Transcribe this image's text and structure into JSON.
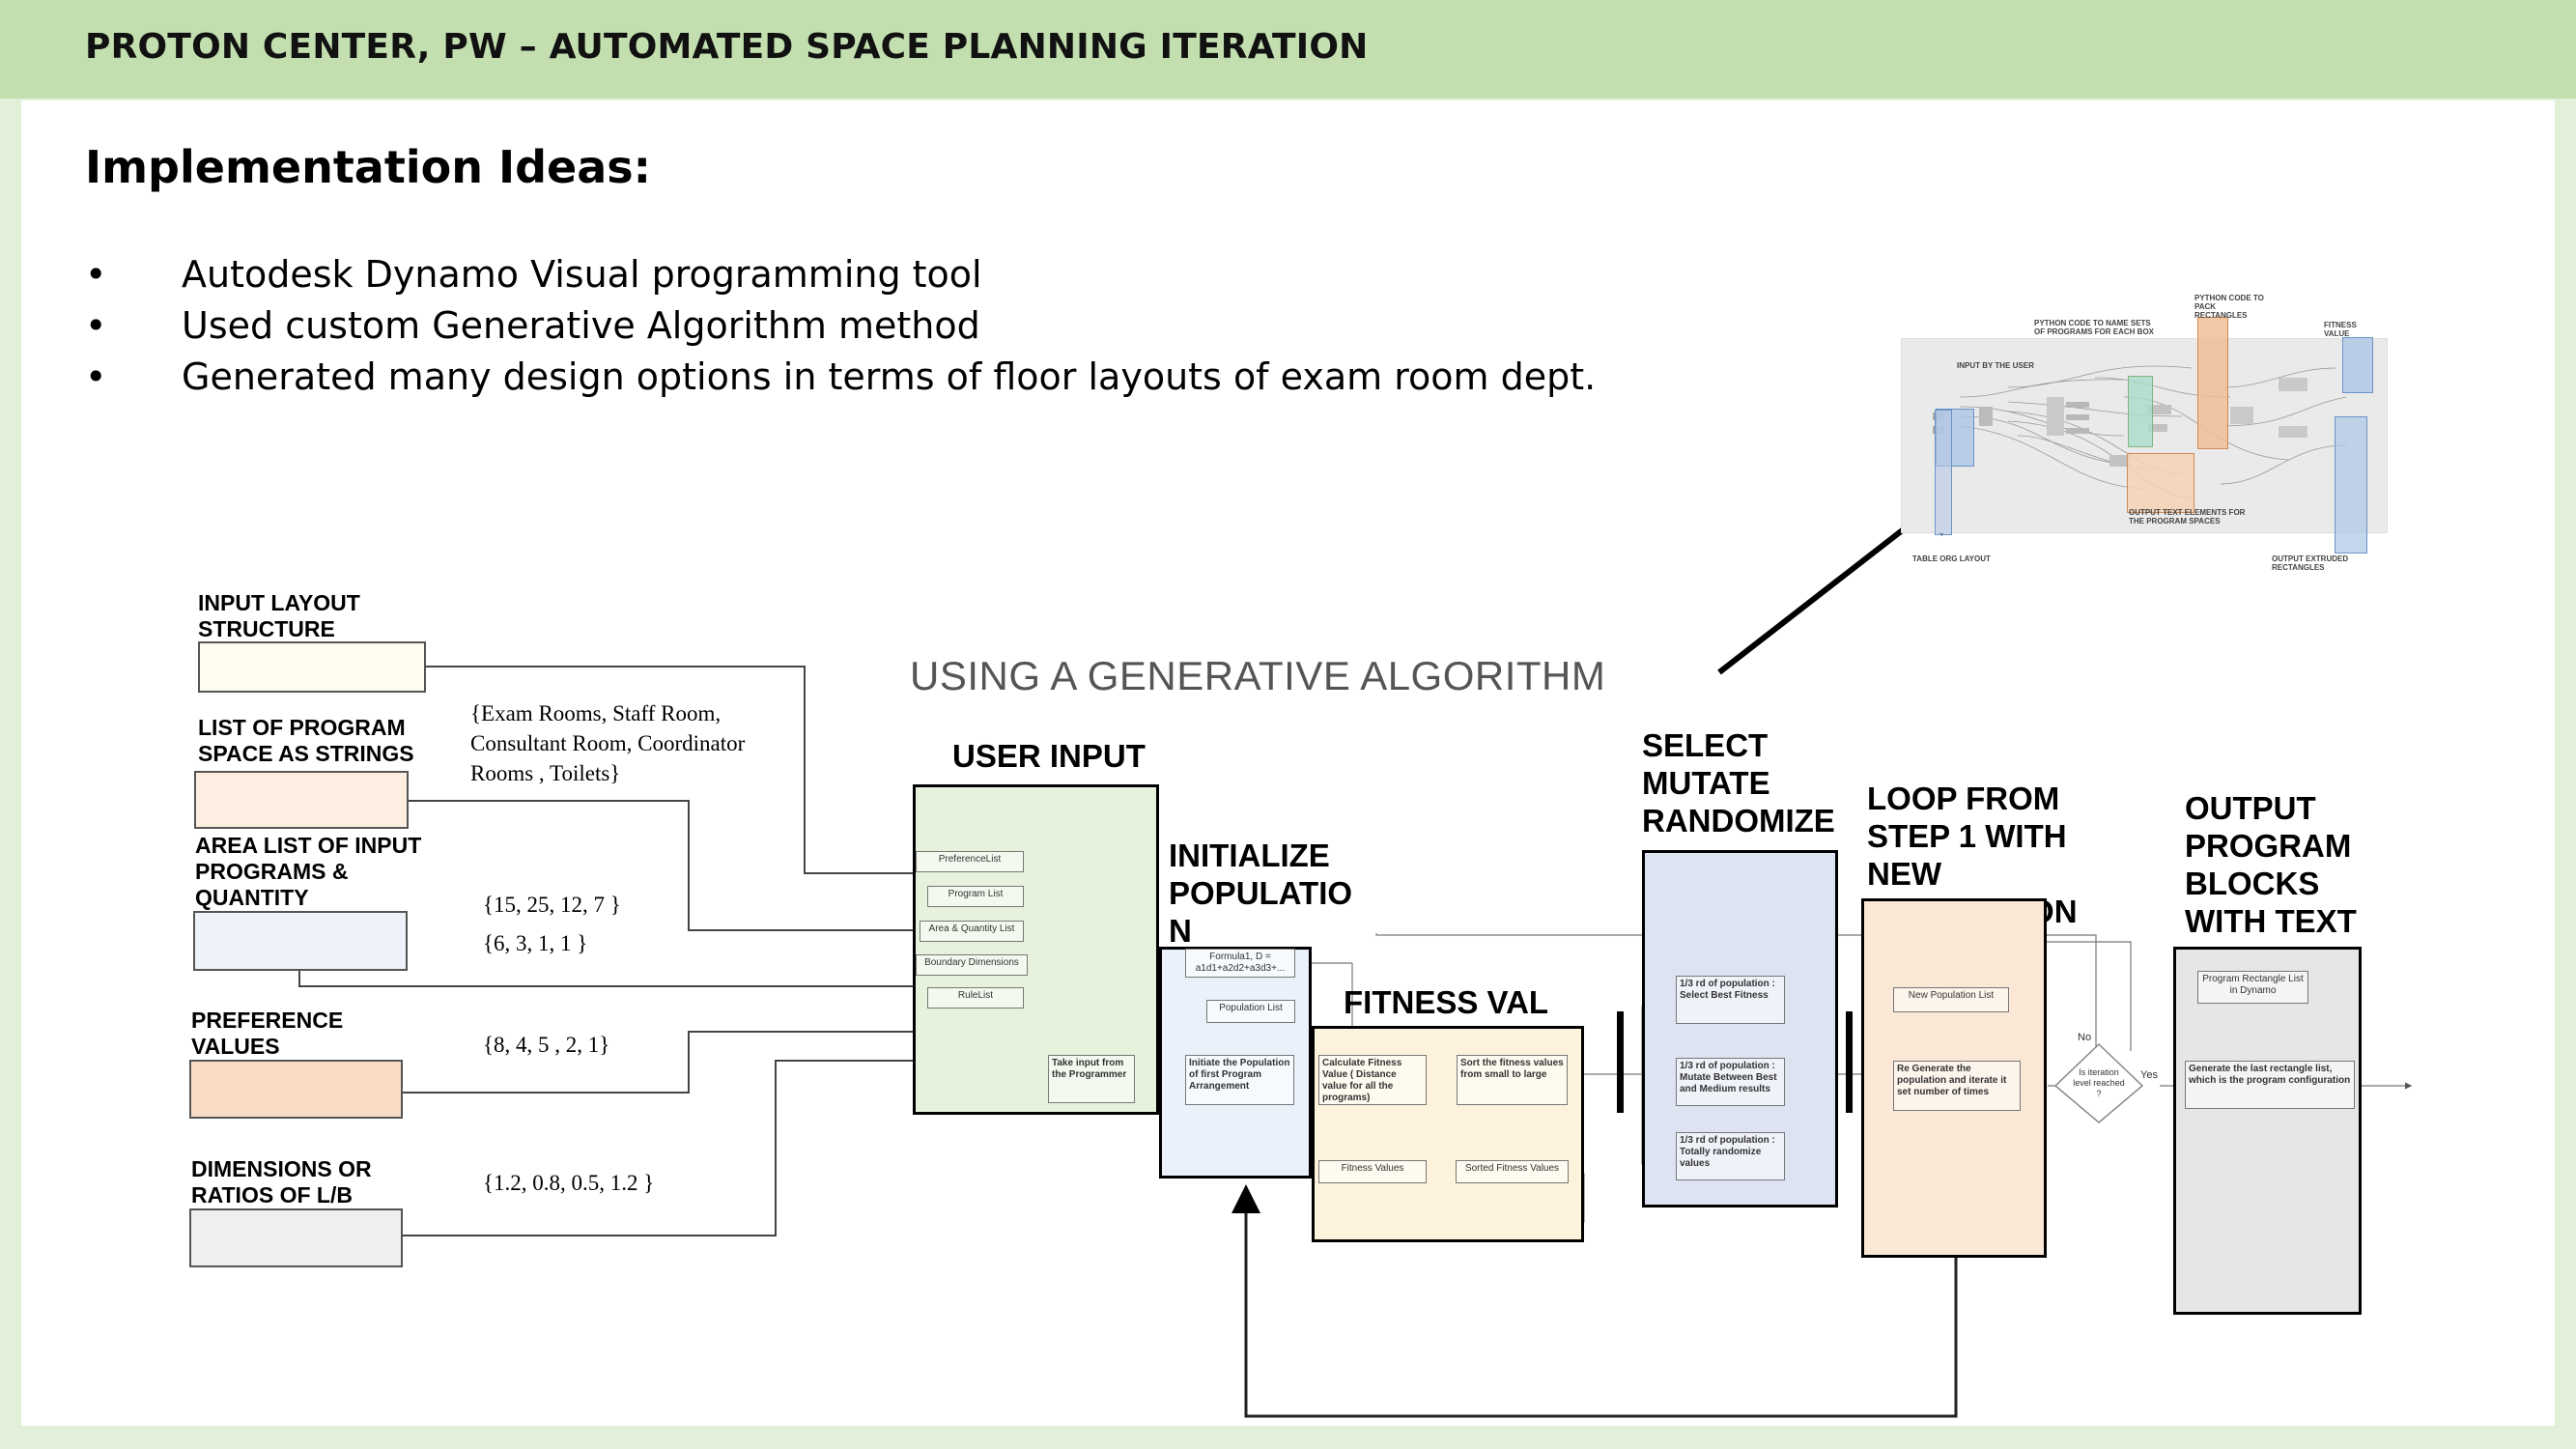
{
  "header": {
    "title": "PROTON CENTER, PW – AUTOMATED SPACE PLANNING ITERATION"
  },
  "heading": "Implementation Ideas:",
  "bullets": [
    "Autodesk Dynamo Visual programming tool",
    "Used custom Generative Algorithm method",
    "Generated many design options in terms of floor layouts of exam room dept."
  ],
  "bullet_symbol": "•",
  "inputs": [
    {
      "label": "INPUT LAYOUT\nSTRUCTURE",
      "value": "",
      "color": "#fefbef"
    },
    {
      "label": "LIST OF PROGRAM\nSPACE AS STRINGS",
      "value": "{Exam Rooms, Staff Room,\nConsultant Room, Coordinator\nRooms , Toilets}",
      "color": "#fcefe2"
    },
    {
      "label": "AREA LIST OF INPUT\nPROGRAMS &\nQUANTITY",
      "value": "{15, 25, 12, 7 }\n{6, 3, 1, 1 }",
      "color": "#eef3fb"
    },
    {
      "label": "PREFERENCE\nVALUES",
      "value": "{8, 4, 5 , 2, 1}",
      "color": "#f8dcc6"
    },
    {
      "label": "DIMENSIONS OR\nRATIOS OF L/B",
      "value": "{1.2, 0.8, 0.5, 1.2 }",
      "color": "#efefef"
    }
  ],
  "algorithm": {
    "title": "USING A GENERATIVE ALGORITHM",
    "stages": {
      "user_input": "USER INPUT",
      "initialize": "INITIALIZE\nPOPULATIO\nN",
      "fitness": "FITNESS VAL",
      "select": "SELECT\nMUTATE\nRANDOMIZE",
      "loop": "LOOP FROM\nSTEP 1 WITH\nNEW\nGENERATION",
      "output": "OUTPUT\nPROGRAM\nBLOCKS\nWITH TEXT"
    },
    "nodes": {
      "preference_list": "PreferenceList",
      "program_list": "Program List",
      "area_quantity_list": "Area & Quantity List",
      "boundary_dimensions": "Boundary Dimensions",
      "rule_list": "RuleList",
      "take_input": "Take input from the Programmer",
      "formula": "Formula1, D = a1d1+a2d2+a3d3+...",
      "population_list": "Population List",
      "initiate_population": "Initiate the Population of first Program Arrangement",
      "calculate_fitness": "Calculate Fitness Value ( Distance value for all the programs)",
      "sort_fitness": "Sort the fitness values from small to large",
      "fitness_values": "Fitness Values",
      "sorted_fitness_values": "Sorted Fitness Values",
      "select_best": "1/3 rd of population : Select Best Fitness",
      "mutate": "1/3 rd of population : Mutate Between Best and Medium results",
      "randomize": "1/3 rd of population : Totally randomize values",
      "new_population_list": "New Population List",
      "regenerate": "Re Generate the population and iterate it set number of times",
      "iteration_check": "Is iteration level reached ?",
      "no": "No",
      "yes": "Yes",
      "program_rectangle_list": "Program Rectangle List in Dynamo",
      "generate_last": "Generate the last rectangle list, which is the program configuration"
    }
  },
  "dynamo_thumbnail": {
    "labels": {
      "python_name": "PYTHON CODE TO NAME SETS OF PROGRAMS FOR EACH BOX",
      "python_pack": "PYTHON CODE TO PACK RECTANGLES",
      "fitness_value": "FITNESS VALUE",
      "input_user": "INPUT BY THE USER",
      "output_text": "OUTPUT TEXT ELEMENTS FOR THE PROGRAM SPACES",
      "table_layout": "TABLE ORG LAYOUT",
      "output_rectangles": "OUTPUT EXTRUDED RECTANGLES"
    }
  },
  "colors": {
    "header_bar": "#c3dfb0",
    "frame": "#e2efd9",
    "user_input": "#e6f2dc",
    "initialize": "#eaf1fb",
    "fitness": "#fdf3dc",
    "select": "#dde3f1",
    "loop": "#fbe7d6",
    "output": "#e6e6e6"
  }
}
